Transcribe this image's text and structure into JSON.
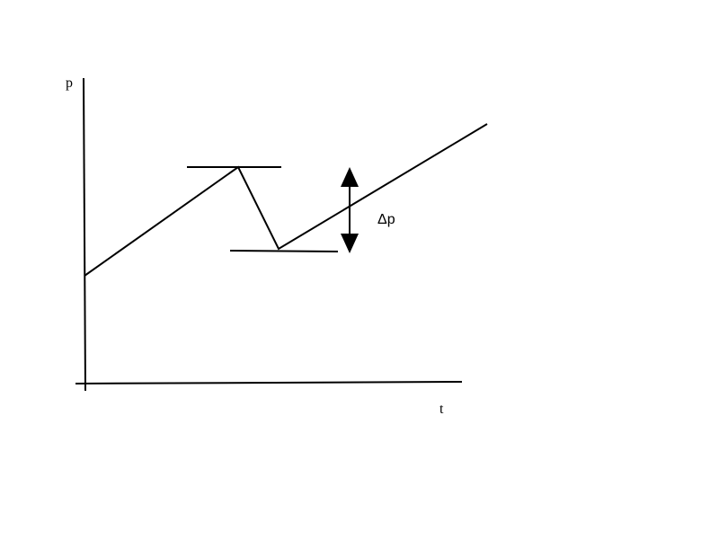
{
  "axes": {
    "y_label": "p",
    "x_label": "t"
  },
  "annotation": {
    "delta_label": "Δp"
  },
  "colors": {
    "line": "#000000",
    "background": "#ffffff"
  }
}
